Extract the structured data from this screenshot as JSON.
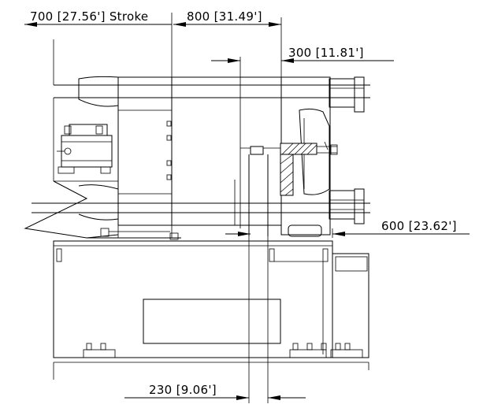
{
  "dimensions": {
    "stroke": "700 [27.56'] Stroke",
    "d800": "800 [31.49']",
    "d300": "300 [11.81']",
    "d600": "600 [23.62']",
    "d230": "230 [9.06']"
  },
  "colors": {
    "line": "#000000",
    "background": "#ffffff"
  }
}
